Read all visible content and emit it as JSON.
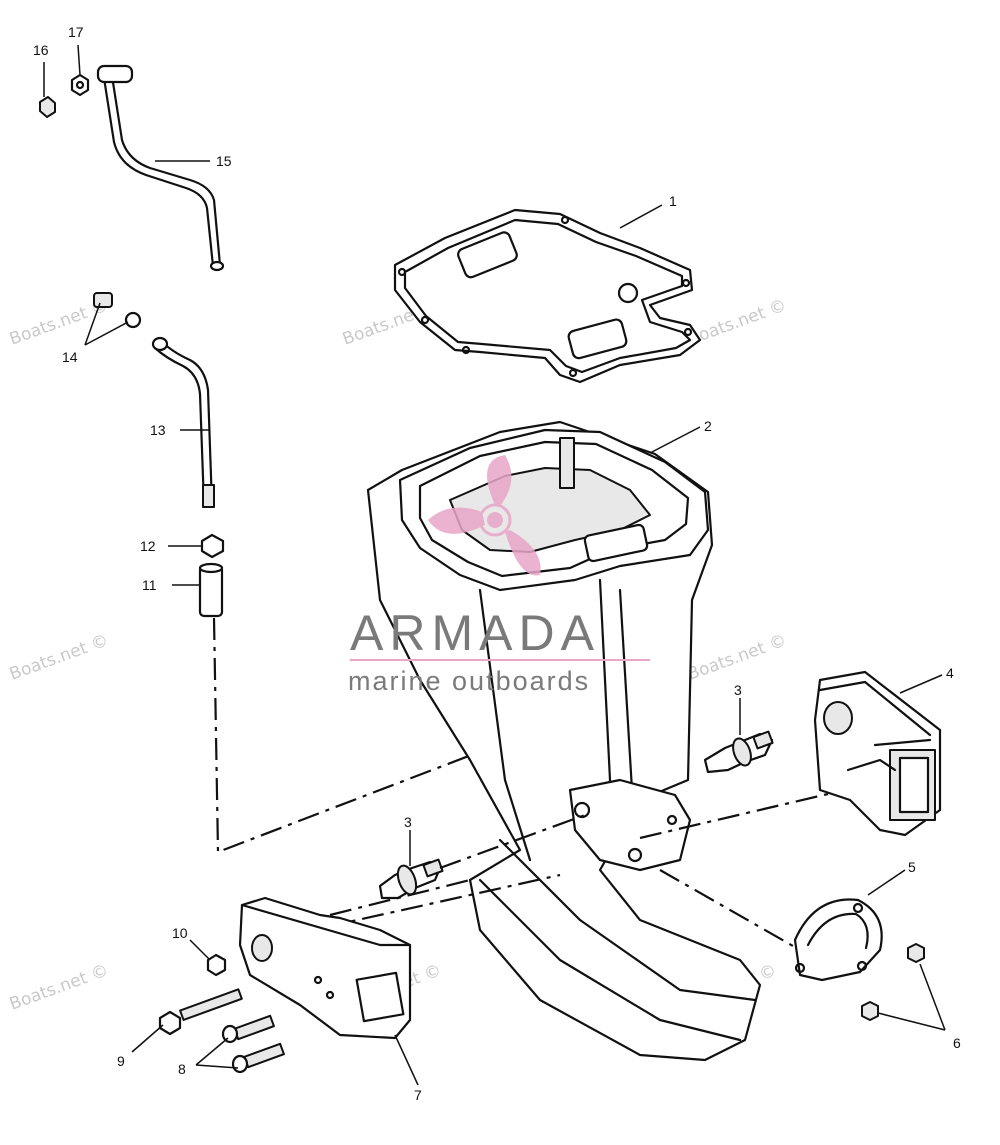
{
  "watermark": {
    "text": "Boats.net ©",
    "brand_name": "ARMADA",
    "brand_tagline": "marine outboards",
    "logo_color": "#e8a6c8"
  },
  "callouts": {
    "c1": "1",
    "c2": "2",
    "c3a": "3",
    "c3b": "3",
    "c4": "4",
    "c5": "5",
    "c6": "6",
    "c7": "7",
    "c8": "8",
    "c9": "9",
    "c10": "10",
    "c11": "11",
    "c12": "12",
    "c13": "13",
    "c14": "14",
    "c15": "15",
    "c16": "16",
    "c17": "17"
  }
}
